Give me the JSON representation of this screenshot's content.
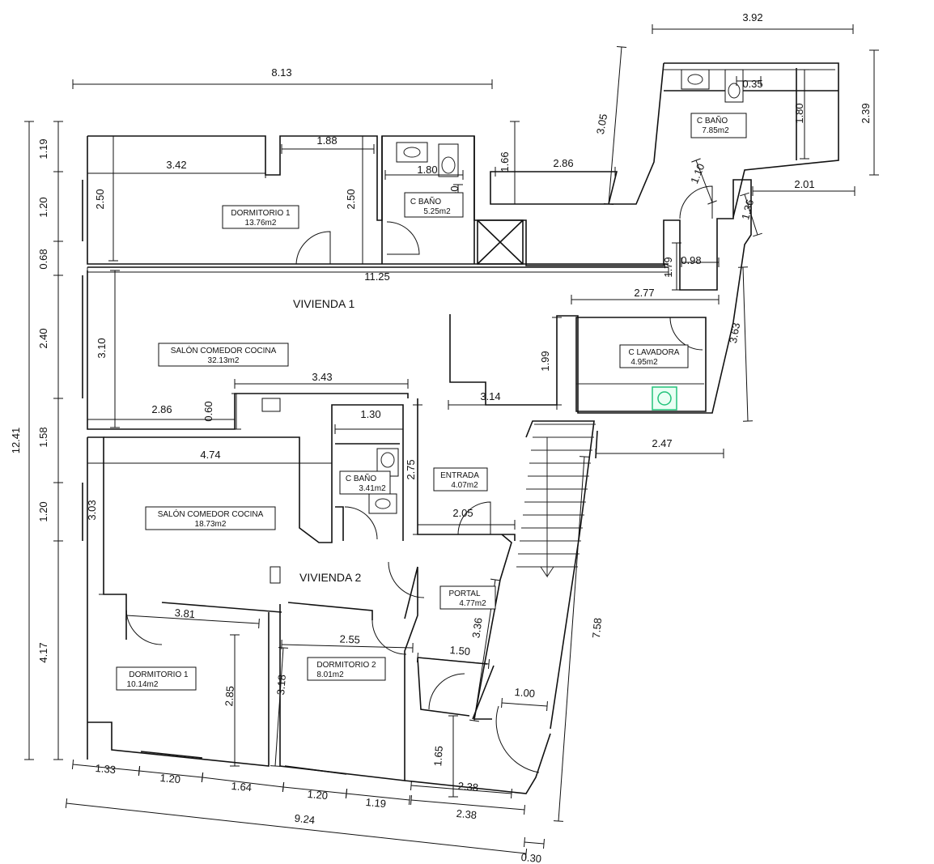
{
  "units": [
    {
      "name": "VIVIENDA 1"
    },
    {
      "name": "VIVIENDA 2"
    }
  ],
  "rooms": [
    {
      "name": "DORMITORIO 1",
      "area": "13.76m2"
    },
    {
      "name": "C BAÑO",
      "area": "5.25m2"
    },
    {
      "name": "C BAÑO",
      "area": "7.85m2"
    },
    {
      "name": "SALÓN COMEDOR COCINA",
      "area": "32.13m2"
    },
    {
      "name": "C LAVADORA",
      "area": "4.95m2"
    },
    {
      "name": "C BAÑO",
      "area": "3.41m2"
    },
    {
      "name": "ENTRADA",
      "area": "4.07m2"
    },
    {
      "name": "SALÓN COMEDOR COCINA",
      "area": "18.73m2"
    },
    {
      "name": "PORTAL",
      "area": "4.77m2"
    },
    {
      "name": "DORMITORIO 1",
      "area": "10.14m2"
    },
    {
      "name": "DORMITORIO 2",
      "area": "8.01m2"
    }
  ],
  "dimensions": [
    "8.13",
    "3.92",
    "3.05",
    "2.39",
    "1.80",
    "0.35",
    "1.66",
    "2.86",
    "1.10",
    "2.01",
    "1.36",
    "1.88",
    "3.42",
    "2.50",
    "2.50",
    "1.80",
    "0.50",
    "11.25",
    "0.98",
    "1.79",
    "2.77",
    "3.63",
    "3.10",
    "1.99",
    "3.43",
    "0.60",
    "2.86",
    "3.14",
    "1.30",
    "4.74",
    "2.75",
    "2.47",
    "3.03",
    "2.05",
    "3.81",
    "3.36",
    "2.55",
    "1.50",
    "7.58",
    "2.85",
    "3.18",
    "1.00",
    "1.65",
    "2.38",
    "1.33",
    "1.20",
    "1.64",
    "1.20",
    "1.19",
    "2.38",
    "9.24",
    "0.30",
    "12.41",
    "1.19",
    "1.20",
    "0.68",
    "2.40",
    "1.58",
    "1.20",
    "4.17"
  ]
}
